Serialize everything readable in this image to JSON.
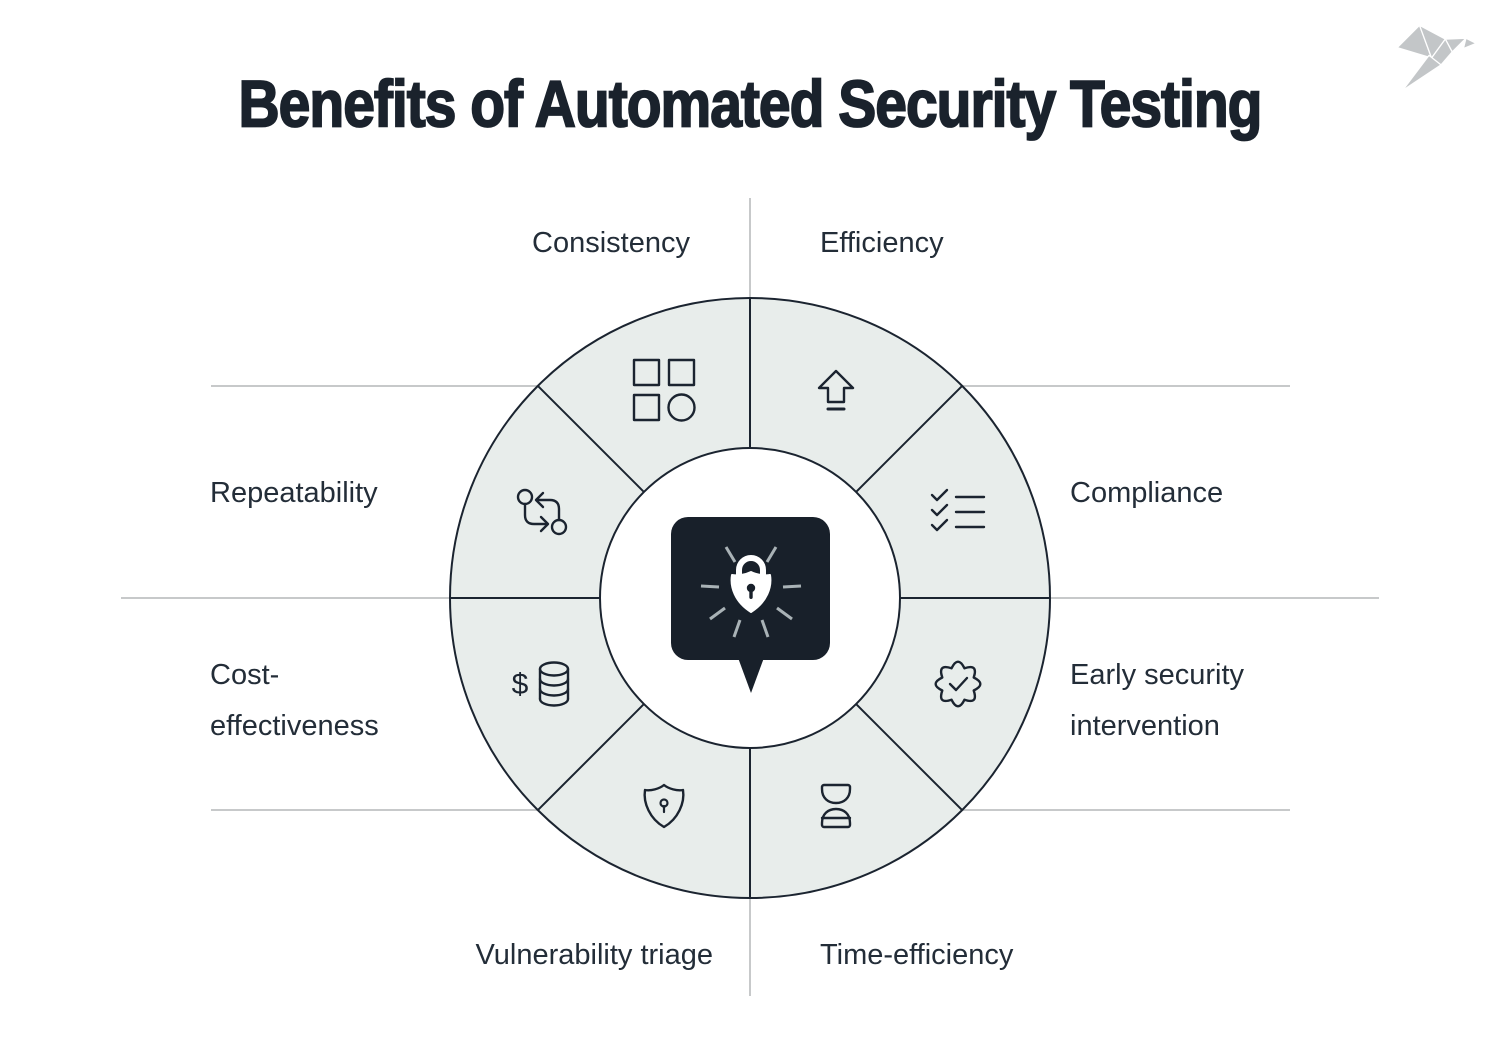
{
  "title": "Benefits of Automated Security Testing",
  "brand": {
    "logo": "origami-bird-logo"
  },
  "diagram": {
    "type": "circular-benefits-wheel",
    "center_icon": "padlock-glow-badge",
    "cost_symbol": "$",
    "colors": {
      "dark": "#1b2430",
      "segment_fill": "#e8edeb",
      "guide_line": "#c7c9ca",
      "bubble_fill": "#18202a",
      "ray_gray": "#a9b2b6",
      "logo_gray": "#c3c6c8",
      "background": "#ffffff"
    },
    "segments": [
      {
        "label": "Consistency",
        "icon": "grid-squares-icon"
      },
      {
        "label": "Efficiency",
        "icon": "arrow-up-icon"
      },
      {
        "label": "Compliance",
        "icon": "checklist-icon"
      },
      {
        "label": "Early security\nintervention",
        "icon": "verified-badge-icon"
      },
      {
        "label": "Time-efficiency",
        "icon": "hourglass-icon"
      },
      {
        "label": "Vulnerability triage",
        "icon": "shield-keyhole-icon"
      },
      {
        "label": "Cost-\neffectiveness",
        "icon": "dollar-coins-icon"
      },
      {
        "label": "Repeatability",
        "icon": "repeat-cycle-icon"
      }
    ]
  }
}
